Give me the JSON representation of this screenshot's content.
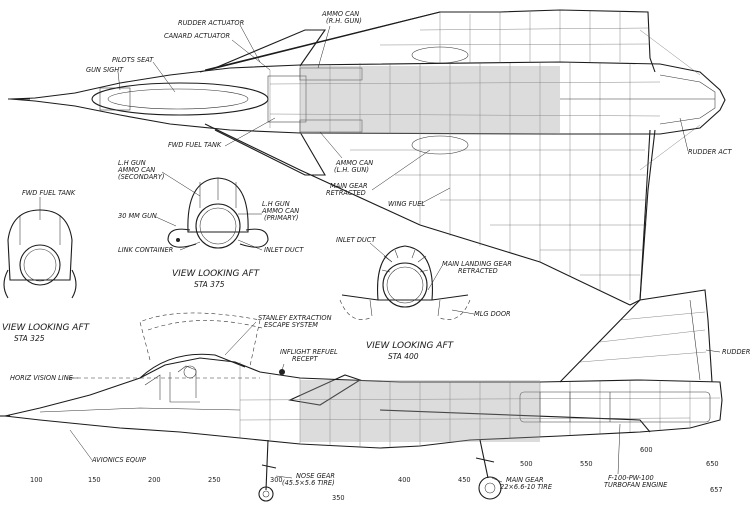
{
  "labels": {
    "rudder_actuator": "RUDDER ACTUATOR",
    "canard_actuator": "CANARD ACTUATOR",
    "ammo_can_rh_top": "AMMO CAN\n(R.H. GUN)",
    "pilots_seat": "PILOTS SEAT",
    "gun_sight": "GUN SIGHT",
    "fwd_fuel_tank_top": "FWD FUEL TANK",
    "ammo_can_lh": "AMMO CAN\n(L.H. GUN)",
    "main_gear_retracted": "MAIN GEAR\nRETRACTED",
    "wing_fuel": "WING FUEL",
    "rudder_act": "RUDDER ACT",
    "lh_gun_ammo_secondary": "L.H GUN\nAMMO CAN\n(SECONDARY)",
    "lh_gun_ammo_primary": "L.H GUN\nAMMO CAN\n(PRIMARY)",
    "fwd_fuel_tank_left": "FWD FUEL TANK",
    "gun_30mm": "30 MM GUN",
    "link_container": "LINK CONTAINER",
    "inlet_duct_small": "INLET DUCT",
    "inlet_duct_mid": "INLET DUCT",
    "main_landing_gear_retracted": "MAIN LANDING GEAR\nRETRACTED",
    "mlg_door": "MLG DOOR",
    "view_aft_375": "VIEW LOOKING AFT",
    "sta_375": "STA 375",
    "view_aft_325": "VIEW LOOKING AFT",
    "sta_325": "STA 325",
    "view_aft_400": "VIEW LOOKING AFT",
    "sta_400": "STA 400",
    "stanley": "STANLEY EXTRACTION\nESCAPE SYSTEM",
    "inflight_refuel": "INFLIGHT REFUEL\nRECEPT",
    "horiz_vision_line": "HORIZ VISION LINE",
    "rudder": "RUDDER",
    "avionics_equip": "AVIONICS EQUIP",
    "nose_gear": "NOSE GEAR\n(45.5×5.6 TIRE)",
    "main_gear": "MAIN GEAR\n22×6.6-10 TIRE",
    "engine": "F-100-PW-100\nTURBOFAN ENGINE"
  },
  "stations": [
    "100",
    "150",
    "200",
    "250",
    "300",
    "350",
    "400",
    "450",
    "500",
    "550",
    "600",
    "650",
    "657"
  ]
}
